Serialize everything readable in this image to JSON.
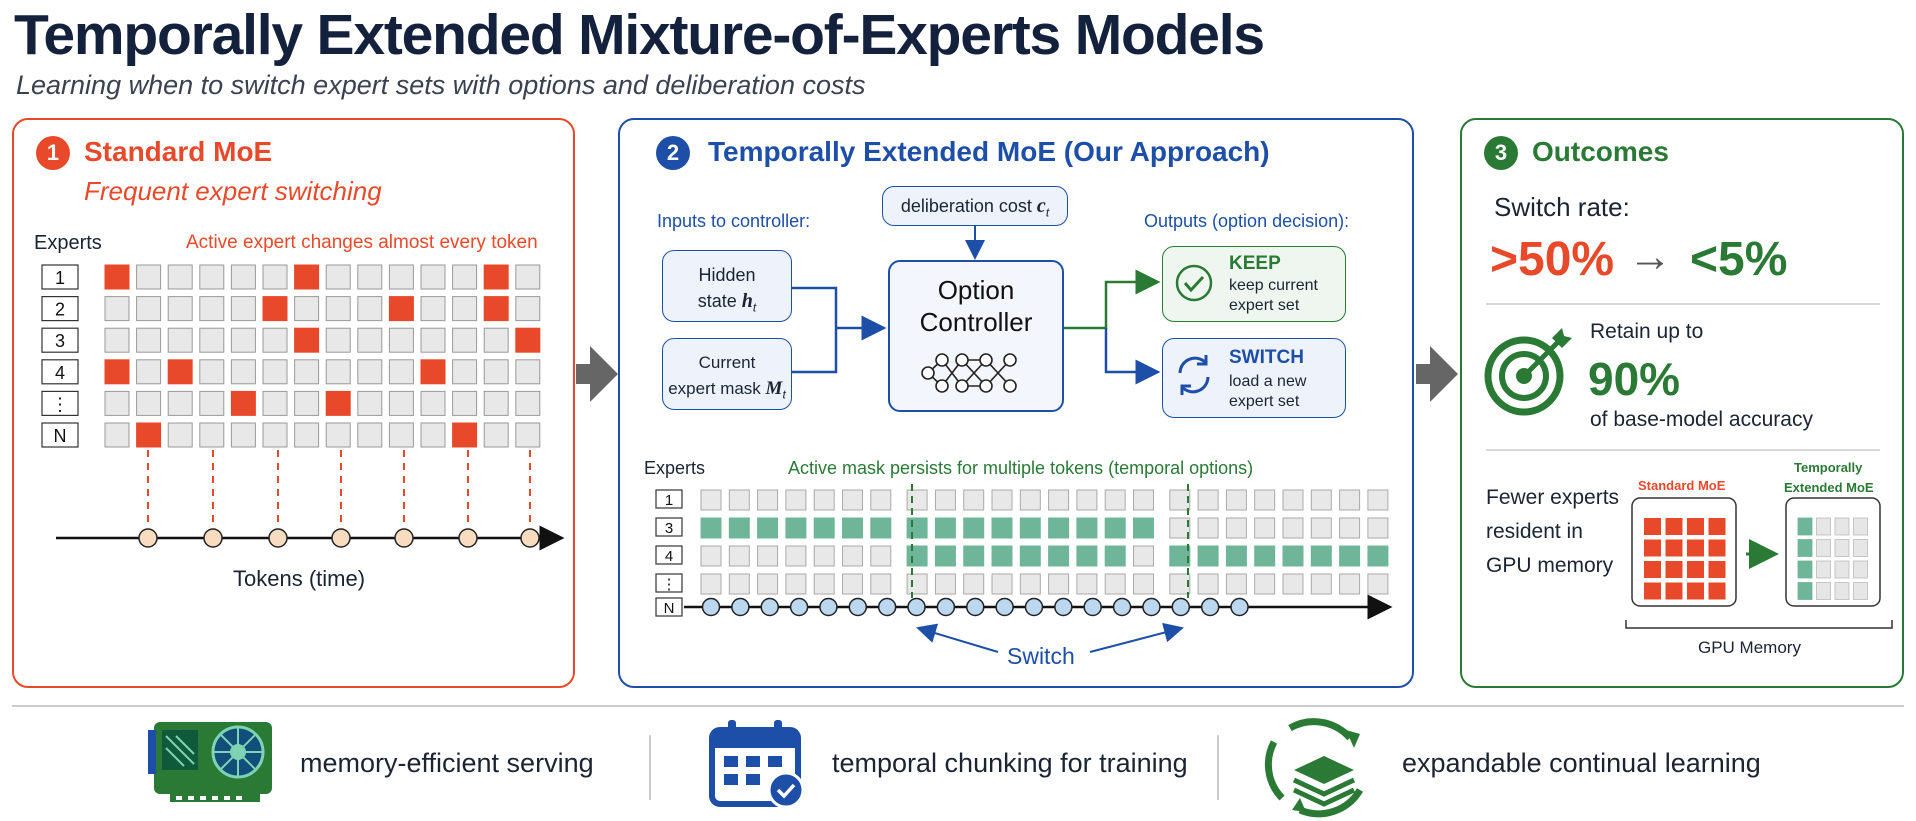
{
  "title": "Temporally Extended Mixture-of-Experts Models",
  "subtitle": "Learning when to switch expert sets with options and deliberation costs",
  "colors": {
    "orange": "#e8492a",
    "blue": "#1d4fa8",
    "green": "#2a7a35",
    "teal": "#6fb59a"
  },
  "panel1": {
    "number": "1",
    "heading": "Standard MoE",
    "subheading": "Frequent expert switching",
    "experts_label": "Experts",
    "note": "Active expert changes almost every token",
    "rows": [
      "1",
      "2",
      "3",
      "4",
      "⋮",
      "N"
    ],
    "axis_label": "Tokens (time)"
  },
  "panel2": {
    "number": "2",
    "heading": "Temporally Extended MoE (Our Approach)",
    "inputs_label": "Inputs to controller:",
    "outputs_label": "Outputs (option decision):",
    "cost_text": "deliberation cost ",
    "cost_symbol": "c",
    "cost_sub": "t",
    "hidden_line1": "Hidden",
    "hidden_line2": "state ",
    "hidden_sym": "h",
    "hidden_sub": "t",
    "mask_line1": "Current",
    "mask_line2": "expert mask ",
    "mask_sym": "M",
    "mask_sub": "t",
    "controller_line1": "Option",
    "controller_line2": "Controller",
    "keep_title": "KEEP",
    "keep_line1": "keep current",
    "keep_line2": "expert set",
    "switch_title": "SWITCH",
    "switch_line1": "load a new",
    "switch_line2": "expert set",
    "experts_label": "Experts",
    "persist_note": "Active mask persists for multiple tokens (temporal options)",
    "rows": [
      "1",
      "3",
      "4",
      "⋮",
      "N"
    ],
    "switch_label": "Switch"
  },
  "panel3": {
    "number": "3",
    "heading": "Outcomes",
    "switch_rate_label": "Switch rate:",
    "rate_before": ">50%",
    "arrow": "→",
    "rate_after": "<5%",
    "retain_label": "Retain up to",
    "retain_value": "90%",
    "retain_sub": "of base-model accuracy",
    "fewer_line1": "Fewer experts",
    "fewer_line2": "resident in",
    "fewer_line3": "GPU memory",
    "std_label": "Standard MoE",
    "te_label_line1": "Temporally",
    "te_label_line2": "Extended MoE",
    "gpu_label": "GPU Memory"
  },
  "bottom": {
    "item1": "memory-efficient serving",
    "item2": "temporal chunking for training",
    "item3": "expandable continual learning"
  }
}
